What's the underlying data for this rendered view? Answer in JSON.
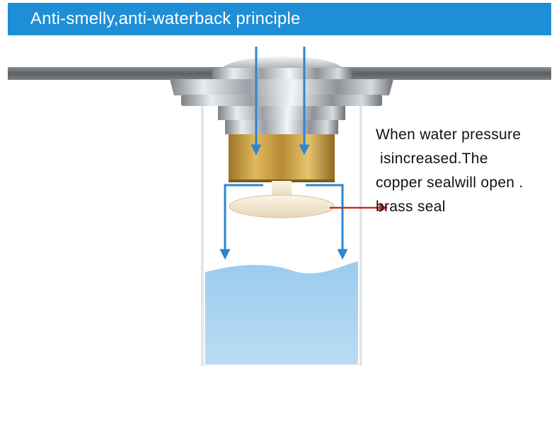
{
  "header": {
    "title": "Anti-smelly,anti-waterback principle"
  },
  "callout": {
    "lines": [
      "When water pressure",
      " isincreased.The",
      "copper sealwill open .",
      "brass seal"
    ]
  },
  "colors": {
    "header_bg": "#1e8fd6",
    "flow_arrow": "#2a86d3",
    "pointer_arrow": "#d42a1e",
    "water": "#a9d3ef",
    "brass": "#c99a3c",
    "chrome": "#c6c9cc"
  },
  "icons": {
    "flow_arrows": "down-arrow-icon",
    "pointer": "right-arrow-icon"
  }
}
